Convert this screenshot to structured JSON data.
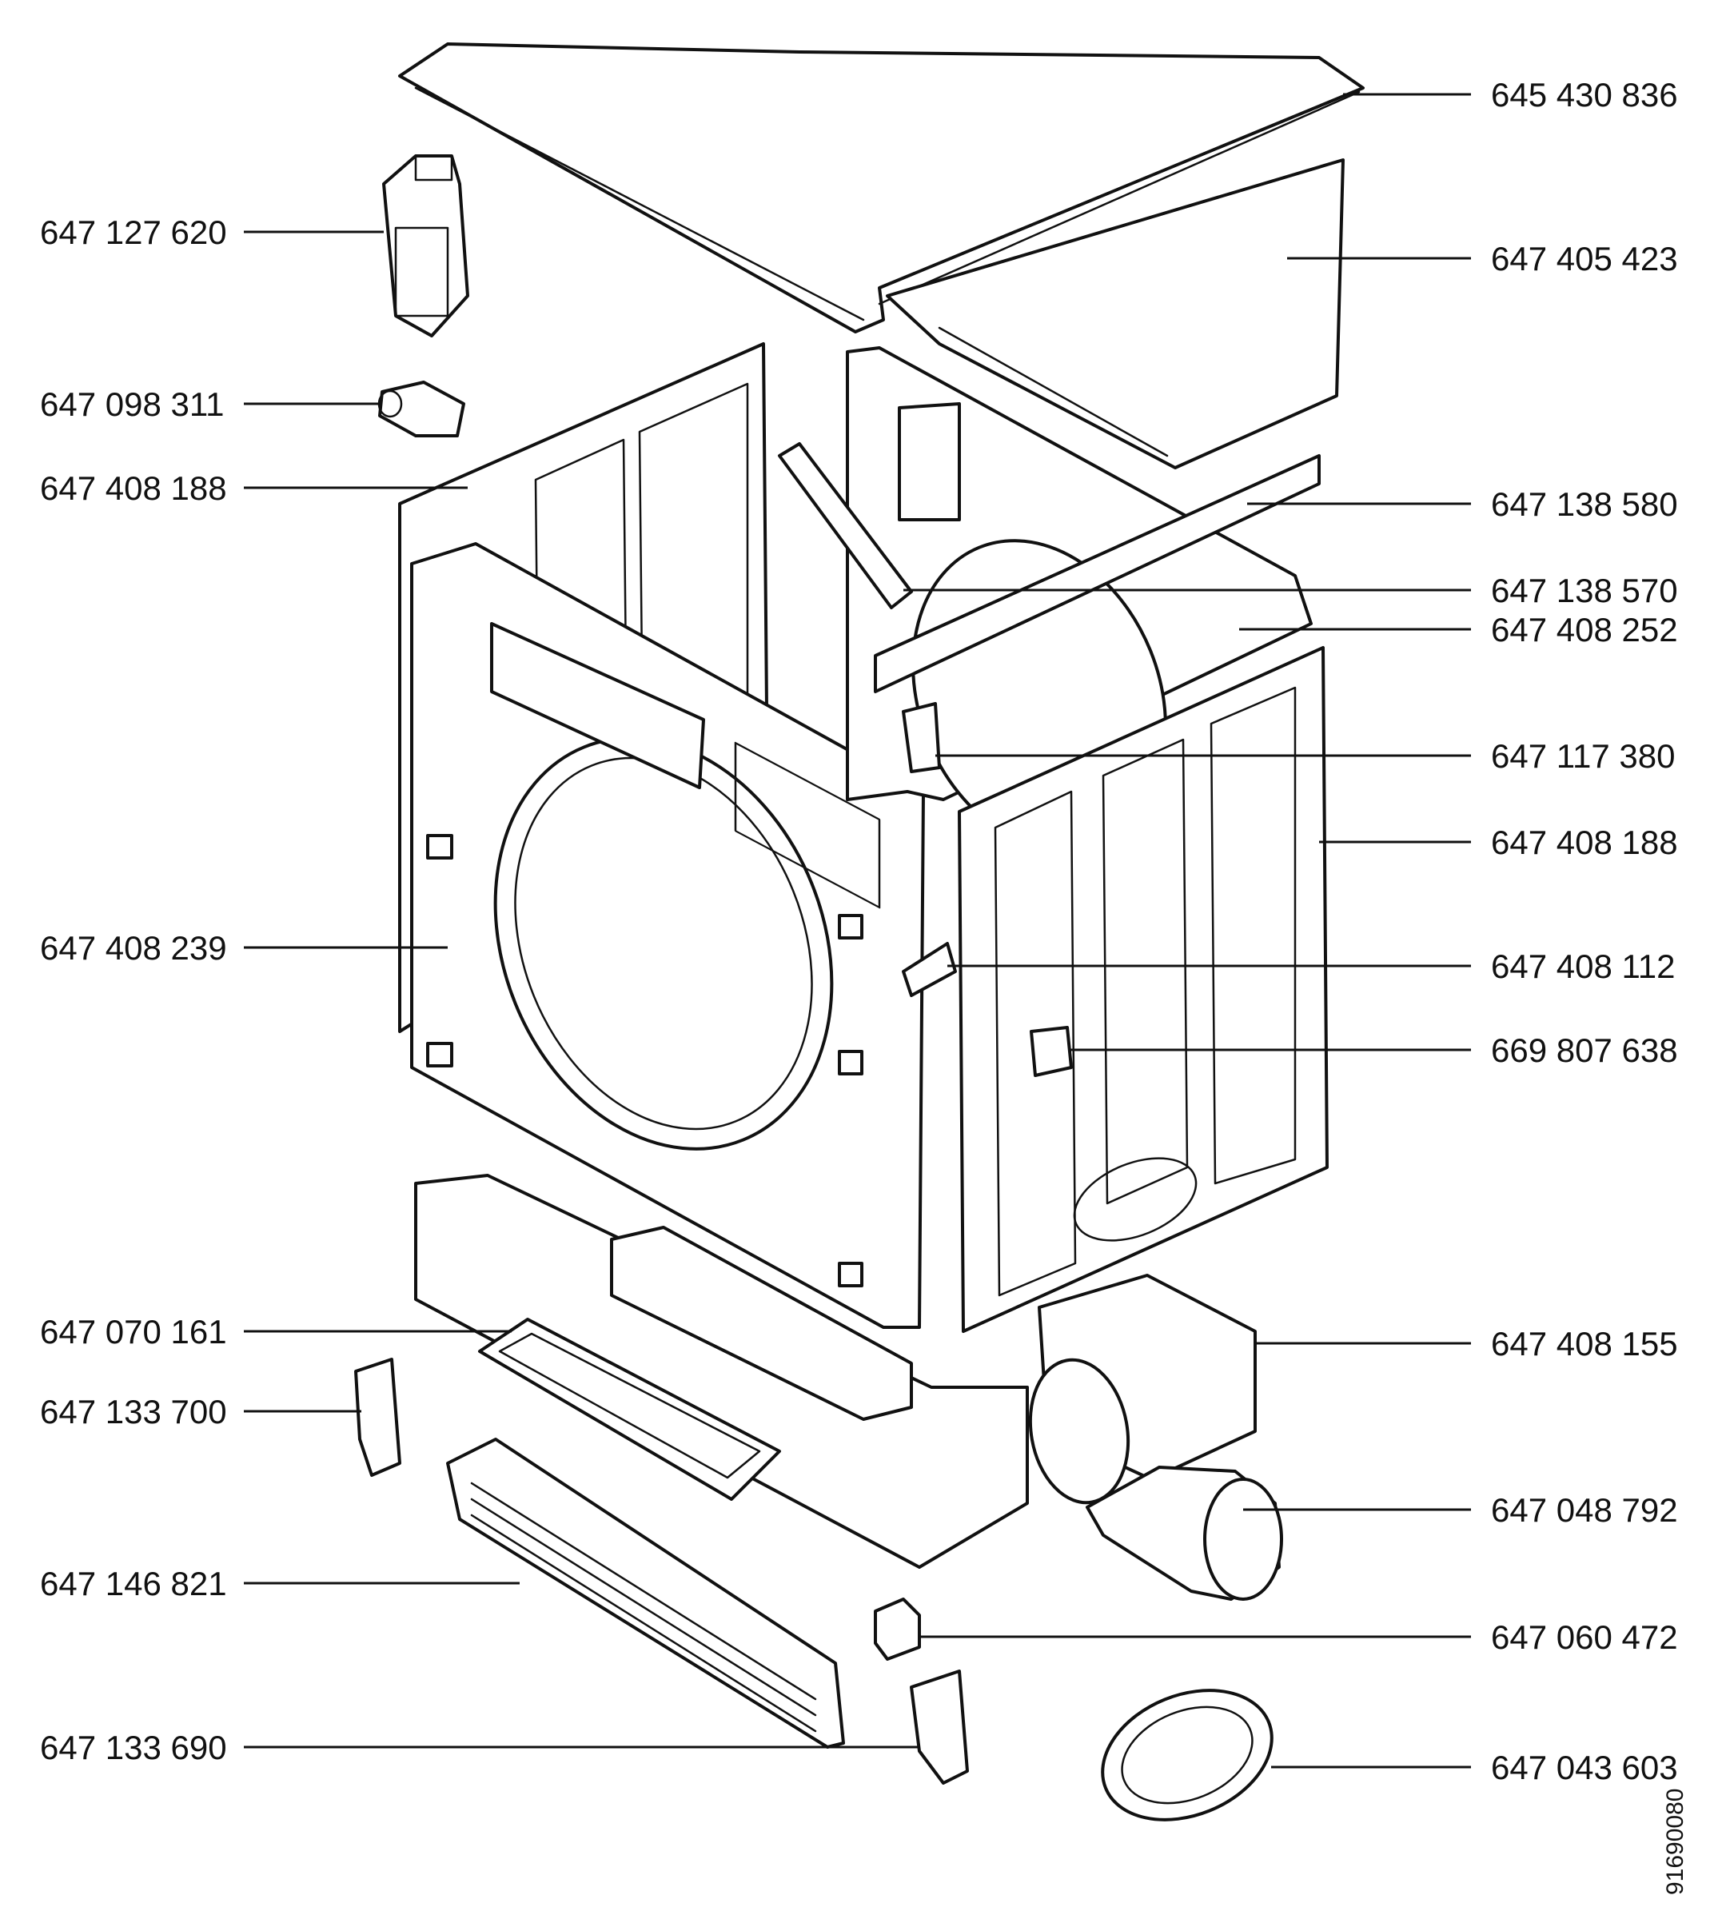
{
  "labels_left": [
    "647 127 620",
    "647 098 311",
    "647 408 188",
    "647 408 239",
    "647 070 161",
    "647 133 700",
    "647 146 821",
    "647 133 690"
  ],
  "labels_right": [
    "645 430 836",
    "647 405 423",
    "647 138 580",
    "647 138 570",
    "647 408 252",
    "647 117 380",
    "647 408 188",
    "647 408 112",
    "669 807 638",
    "647 408 155",
    "647 048 792",
    "647 060 472",
    "647 043 603"
  ],
  "reference_number": "91690080"
}
